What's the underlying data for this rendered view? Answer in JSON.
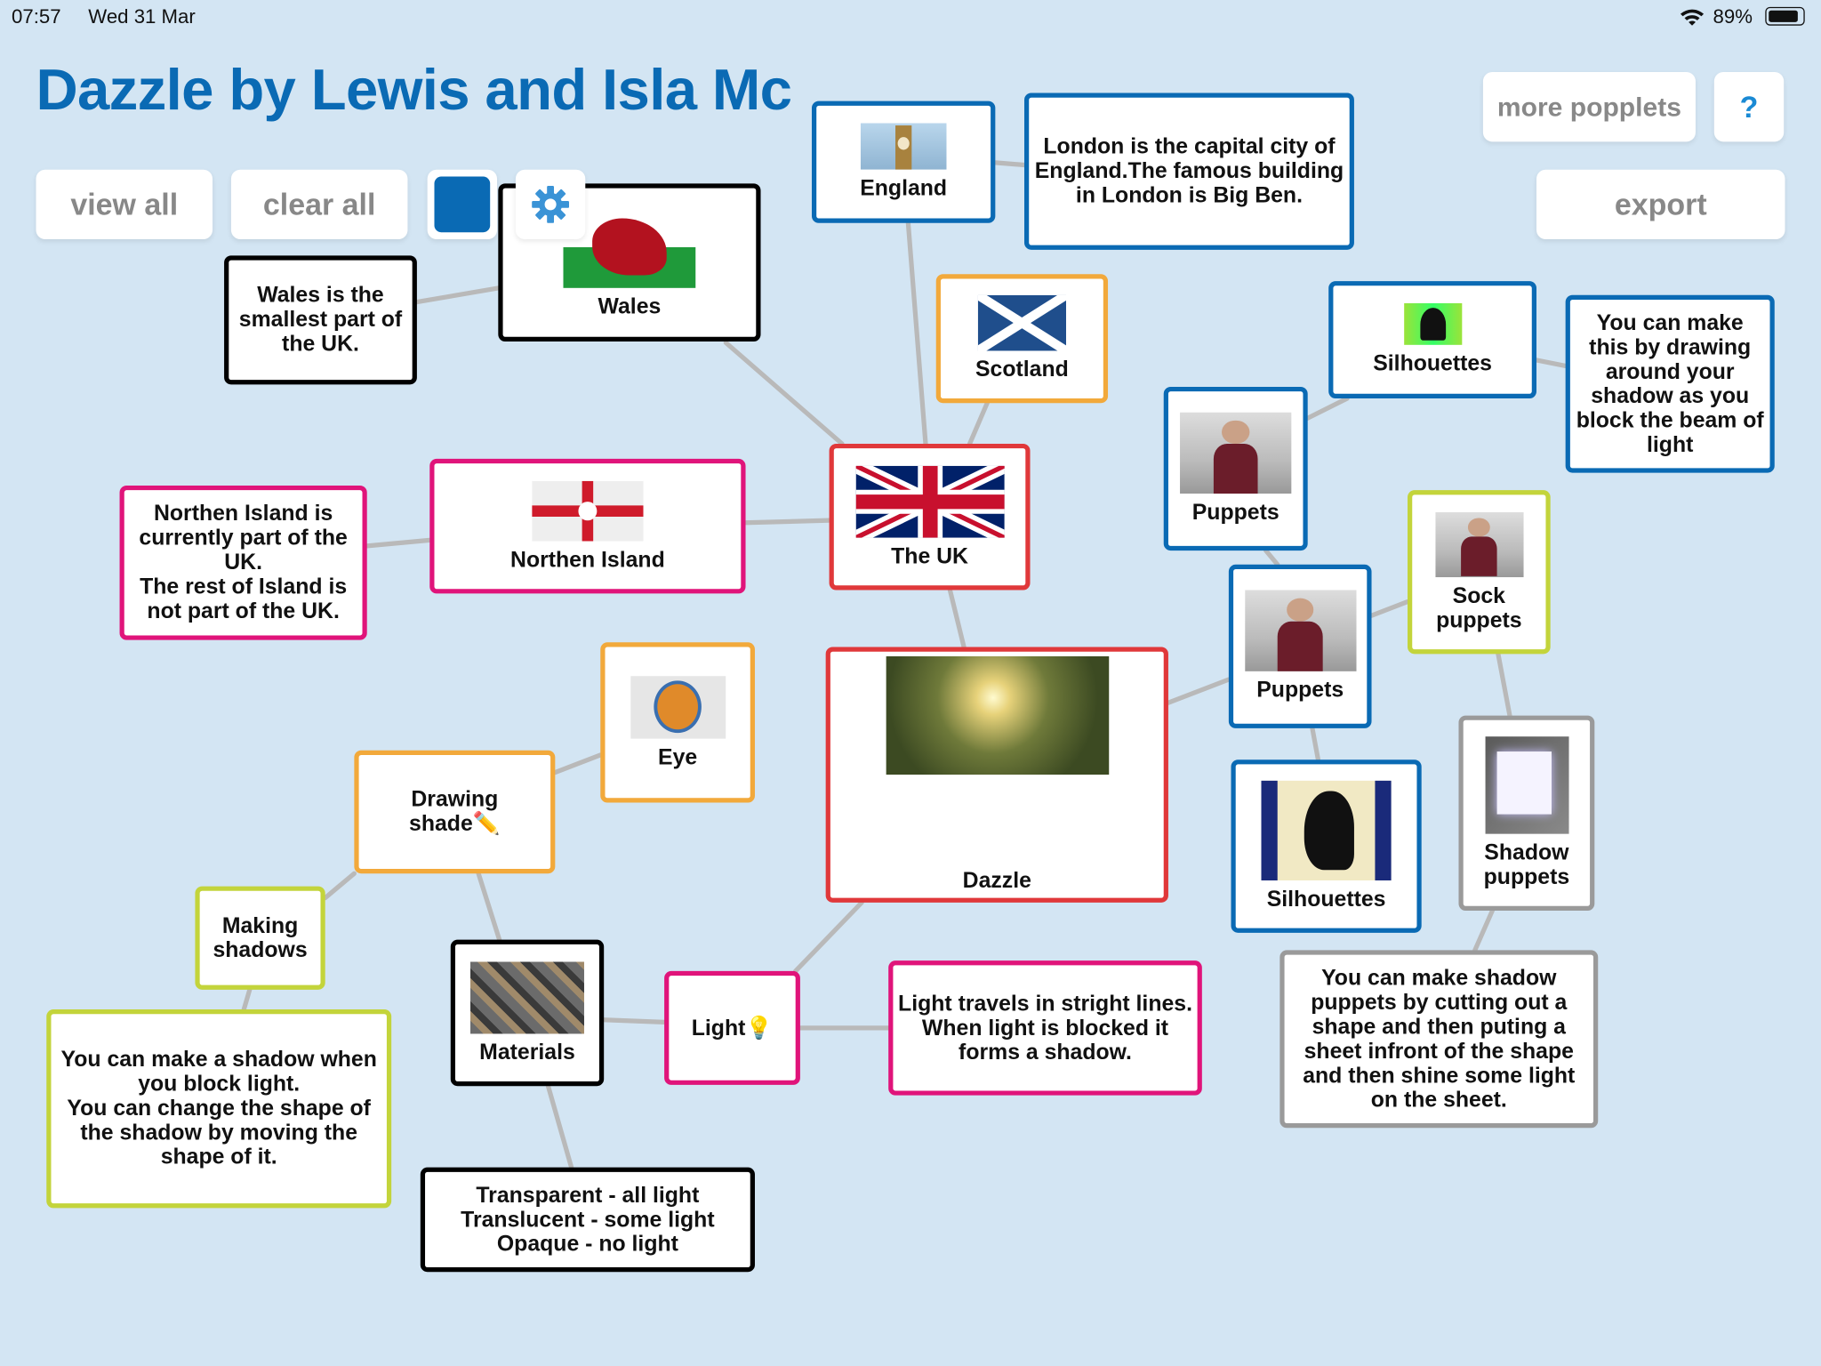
{
  "status_bar": {
    "time": "07:57",
    "date": "Wed 31 Mar",
    "battery": "89%"
  },
  "title": "Dazzle by Lewis and Isla Mc",
  "toolbar": {
    "view_all": "view all",
    "clear_all": "clear all",
    "more_popplets": "more popplets",
    "help": "?",
    "export": "export",
    "color_swatch": "#0a6ab4"
  },
  "colors": {
    "blue": "#0a6ab4",
    "red": "#e0383a",
    "pink": "#e0147a",
    "orange": "#f2a93b",
    "lime": "#c3d43b",
    "black": "#000000",
    "gray": "#9a9a9a"
  },
  "nodes": [
    {
      "id": "england",
      "text": "England",
      "color": "blue",
      "image": "big-ben"
    },
    {
      "id": "london-note",
      "text": "London is the capital city of England.The famous building in London is Big Ben.",
      "color": "blue"
    },
    {
      "id": "wales",
      "text": "Wales",
      "color": "black",
      "image": "flag-wales"
    },
    {
      "id": "wales-note",
      "text": "Wales is the smallest part of the UK.",
      "color": "black"
    },
    {
      "id": "scotland",
      "text": "Scotland",
      "color": "orange",
      "image": "flag-scotland"
    },
    {
      "id": "silhouettes-1",
      "text": "Silhouettes",
      "color": "blue",
      "image": "silhouette-photo"
    },
    {
      "id": "silhouettes-note",
      "text": "You can make this by drawing around your shadow as you block the beam of light",
      "color": "blue"
    },
    {
      "id": "puppets-1",
      "text": "Puppets",
      "color": "blue",
      "image": "photo"
    },
    {
      "id": "ni-note",
      "text": "Northen Island is currently part of the UK.\nThe rest of Island is not part of the UK.",
      "color": "pink"
    },
    {
      "id": "northern-ireland",
      "text": "Northen Island",
      "color": "pink",
      "image": "flag-ni"
    },
    {
      "id": "the-uk",
      "text": "The UK",
      "color": "red",
      "image": "flag-uk"
    },
    {
      "id": "sock-puppets",
      "text": "Sock\npuppets",
      "color": "lime",
      "image": "photo"
    },
    {
      "id": "puppets-2",
      "text": "Puppets",
      "color": "blue",
      "image": "photo"
    },
    {
      "id": "eye",
      "text": "Eye",
      "color": "orange",
      "image": "eye-diagram"
    },
    {
      "id": "dazzle",
      "text": "Dazzle",
      "color": "red",
      "image": "forest-sun"
    },
    {
      "id": "drawing-shade",
      "text": "Drawing\nshade✏️",
      "color": "orange"
    },
    {
      "id": "silhouettes-2",
      "text": "Silhouettes",
      "color": "blue",
      "image": "silhouette-head"
    },
    {
      "id": "shadow-puppets",
      "text": "Shadow\npuppets",
      "color": "gray",
      "image": "shadow-screen"
    },
    {
      "id": "making-shadows",
      "text": "Making\nshadows",
      "color": "lime"
    },
    {
      "id": "materials",
      "text": "Materials",
      "color": "black",
      "image": "materials-photo"
    },
    {
      "id": "light",
      "text": "Light💡",
      "color": "pink"
    },
    {
      "id": "light-note",
      "text": "Light travels in stright lines.\nWhen light is blocked it forms a shadow.",
      "color": "pink"
    },
    {
      "id": "shadow-note",
      "text": "You can make a shadow when you block light.\nYou can change the shape of the shadow by moving the shape of it.",
      "color": "lime"
    },
    {
      "id": "shadow-puppets-note",
      "text": "You can make shadow puppets by cutting out a shape and then puting a sheet infront of the shape and then shine some light on the sheet.",
      "color": "gray"
    },
    {
      "id": "materials-note",
      "text": "Transparent - all light\nTranslucent - some light\nOpaque - no light",
      "color": "black"
    }
  ]
}
